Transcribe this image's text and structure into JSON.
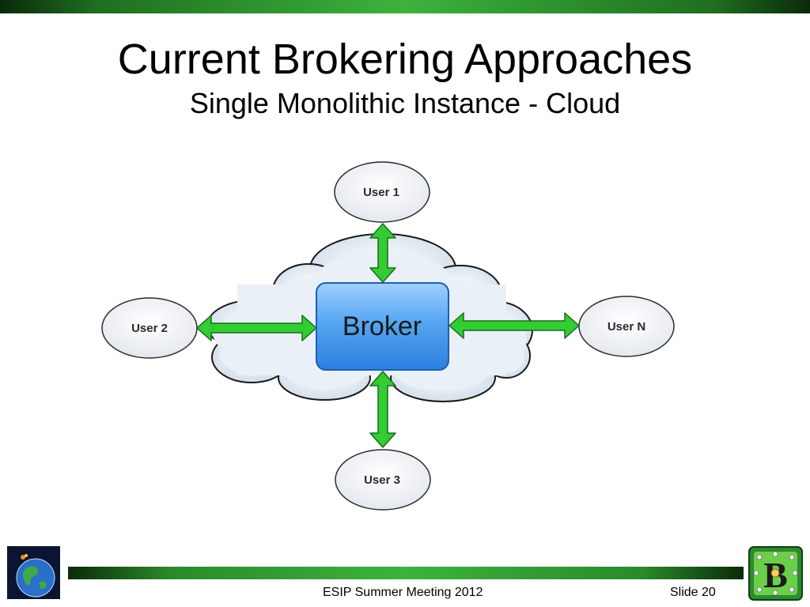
{
  "slide": {
    "title": "Current Brokering Approaches",
    "subtitle": "Single Monolithic Instance - Cloud"
  },
  "diagram": {
    "center": "Broker",
    "users": {
      "top": "User 1",
      "left": "User 2",
      "bottom": "User 3",
      "right": "User N"
    }
  },
  "footer": {
    "event": "ESIP Summer Meeting 2012",
    "slide_number": "Slide 20"
  },
  "logos": {
    "left": "earth-globe-icon",
    "right": "brokering-b-logo-icon"
  },
  "colors": {
    "accent_green": "#33cc33",
    "arrow_outline": "#1a6b1a",
    "broker_blue": "#3d8fe8",
    "cloud_fill": "#e6eef6"
  }
}
